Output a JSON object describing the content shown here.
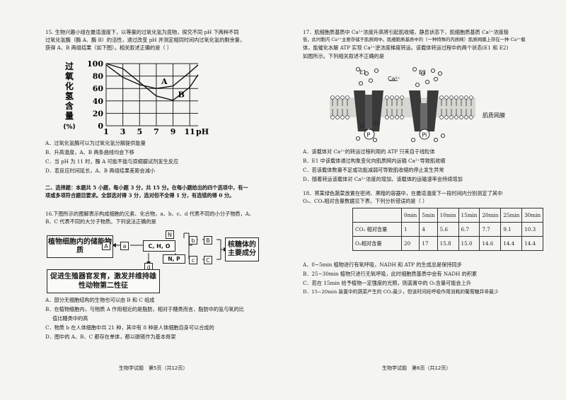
{
  "left": {
    "q15_line1": "15. 生物兴趣小组在最适温度下，以等量的过氧化氢为底物，探究不同 pH 下两种不同",
    "q15_line2": "过氧化氢酶（酶 A、酶 B）的活性，通过改变 pH 并测定相同时间内过氧化氢的剩余量，",
    "q15_line3": "获得 A、B 两组结果（如下图）。相关叙述正确的是（ ）",
    "chart_ylabel": "过氧化氢含量(%)",
    "q15_opts": [
      "A．过氧化氢酶可以为过氧化氢分解提供能量",
      "B．升高温度，A、B 两条曲线均会下移",
      "C．当 pH 为 11 时，酶 A 可能不能与双缩脲试剂发生反应",
      "D．若反应时间延长，A、B 两组结果差距会减小"
    ],
    "sec2_line1": "二、选择题：本题共 5 小题，每小题 3 分，共 15 分。在每小题给出的四个选项中，有一",
    "sec2_line2": "项或多项符合题目要求。全部选对得 3 分，选对但不全得 1 分，有选错的得 0 分。",
    "q16_line1": "16.下图所示的图解表示构成细胞的元素、化合物，a、b、c、d 代表不同的小分子物质，A、",
    "q16_line2": "B、C 代表不同的大分子物质。下列说法正确的是",
    "diagram": {
      "plant": "植物细胞内的储能物质",
      "A": "A",
      "a": "a",
      "chno": "C, H, O",
      "N": "N",
      "NP": "N, P",
      "b": "b",
      "c": "c",
      "B": "B",
      "C": "C",
      "d": "d",
      "ribo": "核糖体的主要成分",
      "bottom": "促进生殖器官发育，激发并维持雄性动物第二性征"
    },
    "q16_opts": [
      "A．部分无细胞结构的生物也可以由 B 和 C 组成",
      "B．在植物细胞内，与物质 A 作用相近的是脂肪，相对于糖类而言，脂肪中的氢与氧的比",
      "    值比糖类中的高",
      "C．物质 b 在人体细胞中共 21 种，其中有 8 种是人体细胞自身可以合成的",
      "D．图中的 A、B、C 都存在单体，都以碳链作为基本骨架"
    ],
    "footer": "生物学试题　第5页（共12页）"
  },
  "right": {
    "q17_line1": "17．肌细胞质基质中 Ca²⁺浓度升高将引起肌收缩，静息状态下，肌细胞质基质 Ca²⁺浓度极",
    "q17_line2": "低，此时胞内 Ca²⁺主要存储于肌质网中。肌细胞质基质中的（一种特殊的内质网）肌质网膜上存在一种 Ca²⁺载",
    "q17_line3": "体，能催化水解 ATP 实现 Ca²⁺逆浓度梯度转运。该载体转运过程中的两个状态(E1 和 E2)",
    "q17_line4": "如图所示。下列相关叙述不正确的是",
    "e1": "E1",
    "e2": "E2",
    "ca": "Ca²⁺",
    "membrane": "肌质网膜",
    "q17_opts": [
      "A．该载体对 Ca²⁺的转运过程利用的 ATP 只来自于线粒体",
      "B．E1 中该载体通过构象变化向肌质网内运输 Ca²⁺导致肌收缩",
      "C．若该载体数量不足或功能减弱可导致肌收缩的停止发生异常",
      "D．随着转运该载体对 Ca²⁺浓度的增加，该载体的运输速率会持续增加"
    ],
    "q18_line1": "18．将某绿色蔬菜放置在密闭、黑暗的容器中，在最适温度下一段时间内分别测定了其中",
    "q18_line2": "O₂、CO₂相对含量数据见下表，下列分析错误的是（ ）",
    "table": {
      "headers": [
        "",
        "0min",
        "5min",
        "10min",
        "15min",
        "20min",
        "25min",
        "30min"
      ],
      "rows": [
        [
          "CO₂ 相对含量",
          "1",
          "4",
          "5.6",
          "6.7",
          "7.7",
          "9.1",
          "10.3"
        ],
        [
          "O₂相对含量",
          "20",
          "17",
          "15.8",
          "15.0",
          "14.6",
          "14.4",
          "14.4"
        ]
      ]
    },
    "q18_opts": [
      "A．0~5min 植物进行有氧呼吸，NADH 和 ATP 的生成总是保持同步",
      "B．25~30min 植物只进行无氧呼吸，此时细胞质基质中会有 NADH 的积累",
      "C．若在 15min 给予植物一定强度的光照，则装置中的 O₂含量可能会上升",
      "D．15~20min 装置中的蔬菜产生的 CO₂最少，但该时间段呼吸作用消耗的葡萄糖并非最少"
    ],
    "footer": "生物学试题　第6页（共12页）"
  },
  "chart_data": {
    "type": "line",
    "xlabel": "pH",
    "ylabel": "过氧化氢含量(%)",
    "x_ticks": [
      1,
      3,
      5,
      7,
      9,
      11
    ],
    "y_ticks": [
      0,
      20,
      40,
      60,
      80,
      100
    ],
    "xlim": [
      1,
      12
    ],
    "ylim": [
      0,
      100
    ],
    "series": [
      {
        "name": "A",
        "x": [
          1,
          3,
          5,
          7,
          9,
          11,
          12
        ],
        "y": [
          98,
          78,
          66,
          60,
          64,
          86,
          98
        ]
      },
      {
        "name": "B",
        "x": [
          1,
          3,
          5,
          7,
          9,
          11,
          12
        ],
        "y": [
          100,
          92,
          70,
          48,
          41,
          62,
          82
        ]
      }
    ]
  }
}
